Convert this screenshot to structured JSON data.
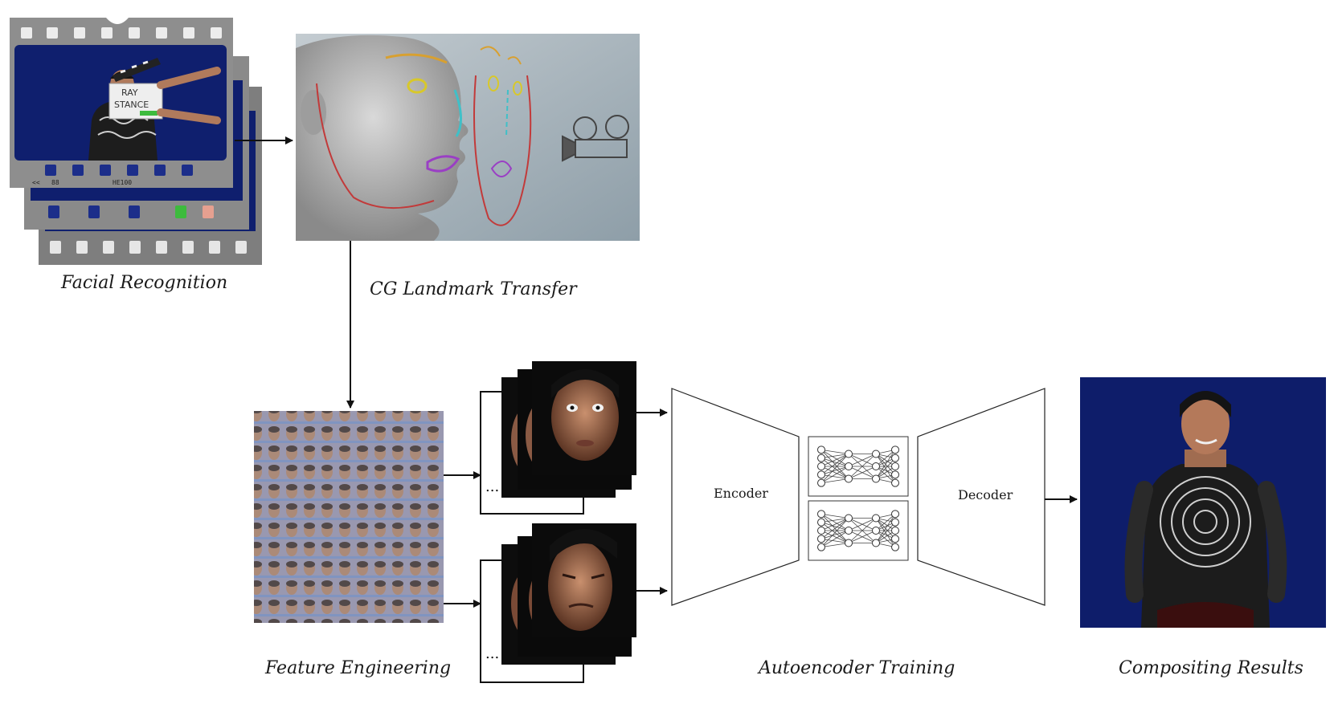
{
  "stages": {
    "facial_recognition": "Facial Recognition",
    "landmark_transfer": "CG Landmark Transfer",
    "feature_engineering": "Feature Engineering",
    "autoencoder_training": "Autoencoder Training",
    "compositing_results": "Compositing Results"
  },
  "network": {
    "encoder_label": "Encoder",
    "decoder_label": "Decoder"
  },
  "clapper": {
    "line1": "RAY",
    "line2": "STANCE"
  },
  "film_marks": {
    "left": "88",
    "mid": "HE100",
    "arrows": "<<"
  },
  "stack_ellipsis": "...",
  "colors": {
    "blue_screen": "#0d1b6b",
    "cg_background": "#a6b4bd",
    "jaw_line": "#c23a3a",
    "eye_line": "#d8c82a",
    "mouth_line": "#9a3fc4",
    "nose_line": "#3fc0c8",
    "brow_line": "#d8a030"
  }
}
